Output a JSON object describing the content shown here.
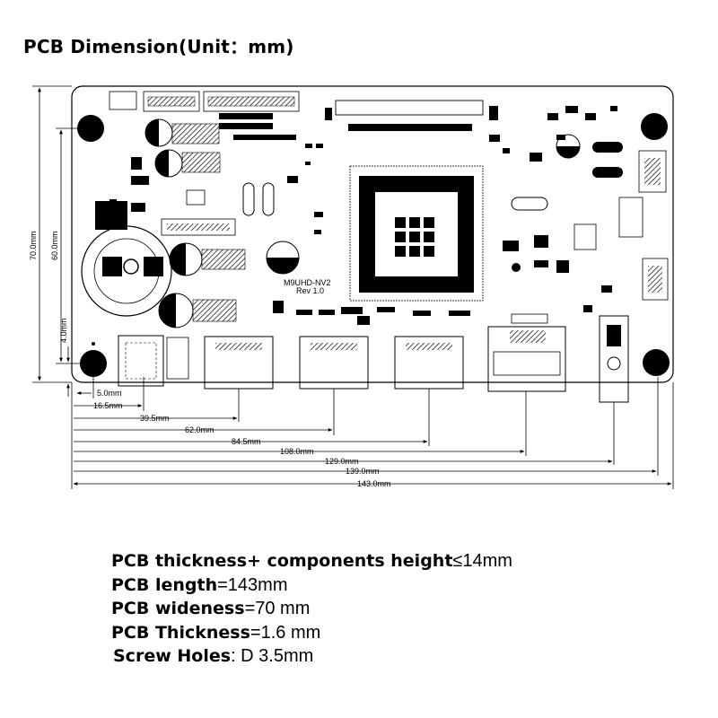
{
  "title": "PCB Dimension(Unit：mm)",
  "board": {
    "model_label": "M9UHD-NV2",
    "model_sub": "Rev 1.0"
  },
  "vertical_dimensions": {
    "height_70": "70.0mm",
    "height_60": "60.0mm",
    "offset_4": "4.0mm"
  },
  "horizontal_dimensions": [
    {
      "label": "5.0mm"
    },
    {
      "label": "16.5mm"
    },
    {
      "label": "39.5mm"
    },
    {
      "label": "62.0mm"
    },
    {
      "label": "84.5mm"
    },
    {
      "label": "108.0mm"
    },
    {
      "label": "129.0mm"
    },
    {
      "label": "139.0mm"
    },
    {
      "label": "143.0mm"
    }
  ],
  "specs": [
    {
      "label": "PCB thickness+ components height",
      "value": "≤14mm"
    },
    {
      "label": "PCB length",
      "value": "=143mm"
    },
    {
      "label": "PCB wideness",
      "value": "=70 mm"
    },
    {
      "label": "PCB Thickness",
      "value": "=1.6 mm"
    },
    {
      "label": "Screw Holes",
      "value": ": D 3.5mm"
    }
  ]
}
